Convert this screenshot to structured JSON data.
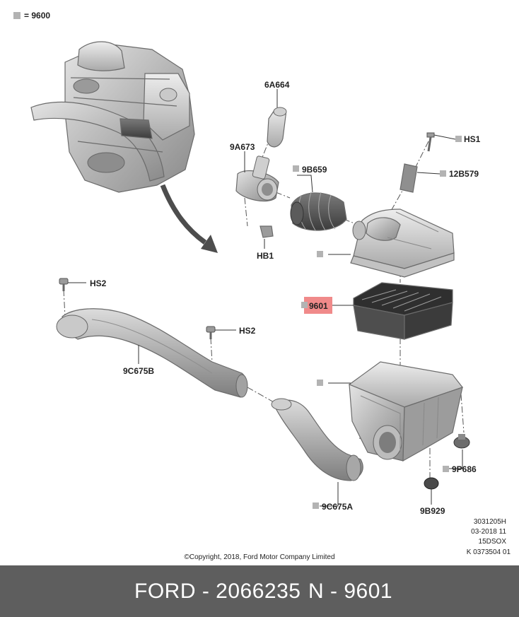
{
  "legend": {
    "text": "= 9600",
    "swatch_color": "#b3b3b3"
  },
  "callouts": {
    "c6A664": "6A664",
    "c9A673": "9A673",
    "c9B659": "9B659",
    "cHS1": "HS1",
    "c12B579": "12B579",
    "cHB1": "HB1",
    "cHS2a": "HS2",
    "cHS2b": "HS2",
    "c9601": "9601",
    "c9C675B": "9C675B",
    "c9P686": "9P686",
    "c9C675A": "9C675A",
    "c9B929": "9B929"
  },
  "highlight_color": "#f08a8a",
  "doc_info": [
    "3031205H",
    "03-2018 11",
    "15DSOX",
    "K 0373504 01"
  ],
  "copyright": "©Copyright, 2018, Ford Motor Company Limited",
  "footer": {
    "left": "FORD - 2066235",
    "right": "N - 9601"
  }
}
